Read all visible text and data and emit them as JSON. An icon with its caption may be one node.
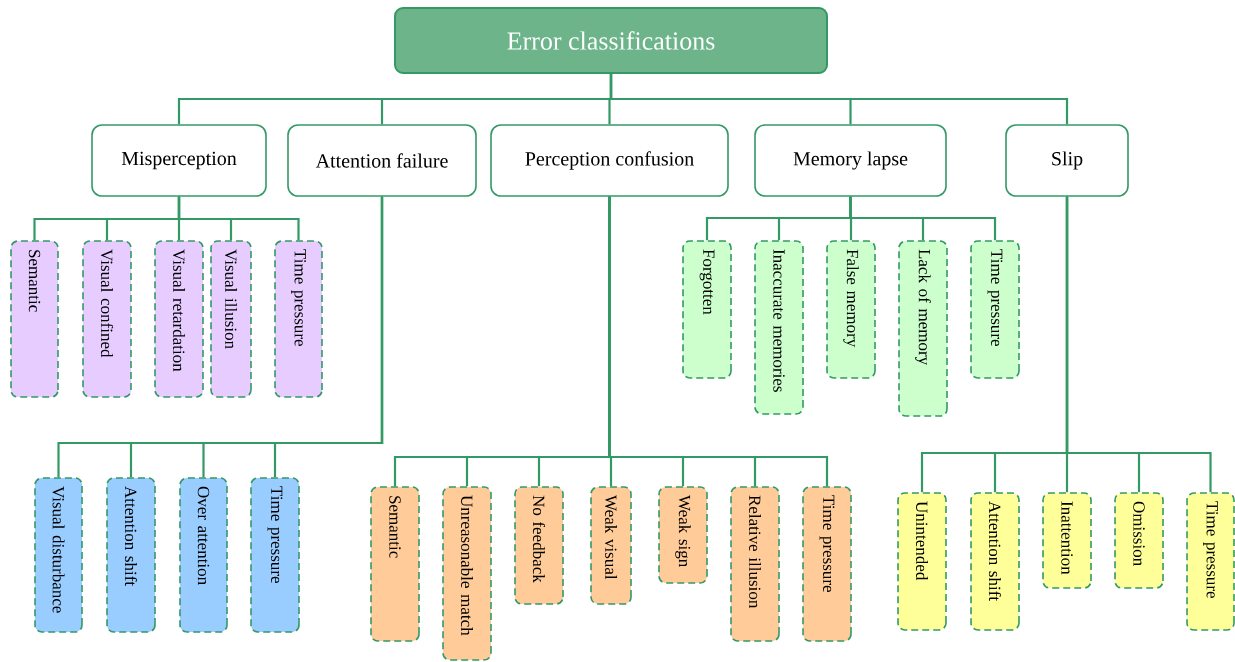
{
  "diagram": {
    "nodes": [
      {
        "text": [
          "Error classifications"
        ]
      },
      {
        "text": [
          "Misperception"
        ]
      },
      {
        "text": [
          "Attention failure"
        ]
      },
      {
        "text": [
          "Perception confusion"
        ]
      },
      {
        "text": [
          "Memory lapse"
        ]
      },
      {
        "text": [
          "Slip"
        ]
      },
      {
        "text": [
          "Semantic"
        ]
      },
      {
        "text": [
          "Visual confined"
        ]
      },
      {
        "text": [
          "Visual retardation"
        ]
      },
      {
        "text": [
          "Visual illusion"
        ]
      },
      {
        "text": [
          "Time pressure"
        ]
      },
      {
        "text": [
          "Visual disturbance"
        ]
      },
      {
        "text": [
          "Attention shift"
        ]
      },
      {
        "text": [
          "Over attention"
        ]
      },
      {
        "text": [
          "Time pressure"
        ]
      },
      {
        "text": [
          "Semantic"
        ]
      },
      {
        "text": [
          "Unreasonable match"
        ]
      },
      {
        "text": [
          "No feedback"
        ]
      },
      {
        "text": [
          "Weak visual"
        ]
      },
      {
        "text": [
          "Weak sign"
        ]
      },
      {
        "text": [
          "Relative illusion"
        ]
      },
      {
        "text": [
          "Time pressure"
        ]
      },
      {
        "text": [
          "Forgotten"
        ]
      },
      {
        "text": [
          "Inaccurate memories"
        ]
      },
      {
        "text": [
          "False memory"
        ]
      },
      {
        "text": [
          "Lack of memory"
        ]
      },
      {
        "text": [
          "Time pressure"
        ]
      },
      {
        "text": [
          "Unintended"
        ]
      },
      {
        "text": [
          "Attention shift"
        ]
      },
      {
        "text": [
          "Inattention"
        ]
      },
      {
        "text": [
          "Omission"
        ]
      },
      {
        "text": [
          "Time pressure"
        ]
      }
    ],
    "edges": [
      {
        "from": 0,
        "to": 1,
        "arrow": "none"
      },
      {
        "from": 0,
        "to": 2,
        "arrow": "none"
      },
      {
        "from": 0,
        "to": 3,
        "arrow": "none"
      },
      {
        "from": 0,
        "to": 4,
        "arrow": "none"
      },
      {
        "from": 0,
        "to": 5,
        "arrow": "none"
      },
      {
        "from": 1,
        "to": 6,
        "arrow": "none"
      },
      {
        "from": 1,
        "to": 7,
        "arrow": "none"
      },
      {
        "from": 1,
        "to": 8,
        "arrow": "none"
      },
      {
        "from": 1,
        "to": 9,
        "arrow": "none"
      },
      {
        "from": 1,
        "to": 10,
        "arrow": "none"
      },
      {
        "from": 2,
        "to": 11,
        "arrow": "none"
      },
      {
        "from": 2,
        "to": 12,
        "arrow": "none"
      },
      {
        "from": 2,
        "to": 13,
        "arrow": "none"
      },
      {
        "from": 2,
        "to": 14,
        "arrow": "none"
      },
      {
        "from": 3,
        "to": 15,
        "arrow": "none"
      },
      {
        "from": 3,
        "to": 16,
        "arrow": "none"
      },
      {
        "from": 3,
        "to": 17,
        "arrow": "none"
      },
      {
        "from": 3,
        "to": 18,
        "arrow": "none"
      },
      {
        "from": 3,
        "to": 19,
        "arrow": "none"
      },
      {
        "from": 3,
        "to": 20,
        "arrow": "none"
      },
      {
        "from": 3,
        "to": 21,
        "arrow": "none"
      },
      {
        "from": 4,
        "to": 22,
        "arrow": "none"
      },
      {
        "from": 4,
        "to": 23,
        "arrow": "none"
      },
      {
        "from": 4,
        "to": 24,
        "arrow": "none"
      },
      {
        "from": 4,
        "to": 25,
        "arrow": "none"
      },
      {
        "from": 4,
        "to": 26,
        "arrow": "none"
      },
      {
        "from": 5,
        "to": 27,
        "arrow": "none"
      },
      {
        "from": 5,
        "to": 28,
        "arrow": "none"
      },
      {
        "from": 5,
        "to": 29,
        "arrow": "none"
      },
      {
        "from": 5,
        "to": 30,
        "arrow": "none"
      },
      {
        "from": 5,
        "to": 31,
        "arrow": "none"
      }
    ]
  }
}
